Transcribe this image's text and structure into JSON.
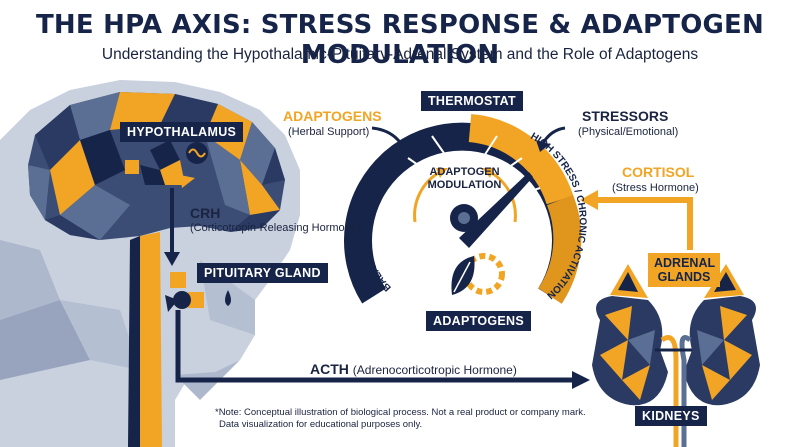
{
  "header": {
    "title": "THE HPA AXIS: STRESS RESPONSE & ADAPTOGEN MODULATION",
    "subtitle": "Understanding the Hypothalamic-Pituitary-Adrenal System and the Role of Adaptogens"
  },
  "brain": {
    "hypothalamus_label": "HYPOTHALAMUS",
    "crh_label": "CRH",
    "crh_desc": "(Corticotropin-Releasing Hormone)",
    "pituitary_label": "PITUITARY GLAND"
  },
  "flow": {
    "acth_label": "ACTH",
    "acth_desc": "(Adrenocorticotropic Hormone)"
  },
  "thermostat": {
    "title": "THERMOSTAT",
    "left_scale": "BALANCED / LOW STRESS",
    "right_scale": "HIGH STRESS / CHRONIC ACTIVATION",
    "center_label_line1": "ADAPTOGEN",
    "center_label_line2": "MODULATION",
    "bottom_label": "ADAPTOGENS",
    "adaptogens_title": "ADAPTOGENS",
    "adaptogens_desc": "(Herbal Support)",
    "stressors_title": "STRESSORS",
    "stressors_desc": "(Physical/Emotional)"
  },
  "adrenal": {
    "cortisol_title": "CORTISOL",
    "cortisol_desc": "(Stress Hormone)",
    "glands_line1": "ADRENAL",
    "glands_line2": "GLANDS",
    "kidneys_label": "KIDNEYS"
  },
  "footnote": {
    "line1": "*Note: Conceptual illustration of biological process. Not a real product or company mark.",
    "line2": "Data visualization for educational purposes only."
  },
  "colors": {
    "navy": "#16244a",
    "gold": "#f2a524",
    "slate": "#5b6e93",
    "light": "#c9d1df"
  }
}
